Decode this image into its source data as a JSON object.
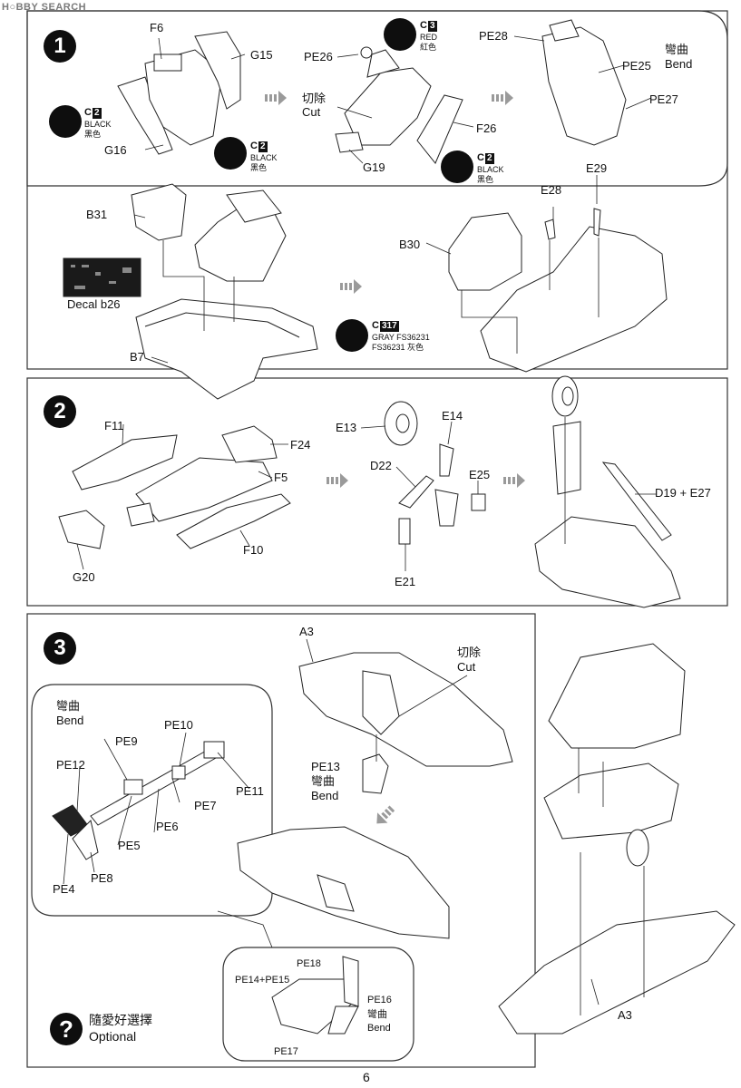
{
  "watermark": "H○BBY SEARCH",
  "page_number": "6",
  "colors": {
    "ink": "#111111",
    "arrow_gray": "#9a9a9a",
    "panel_line": "#333333"
  },
  "step1": {
    "number": "1",
    "labels": {
      "f6": "F6",
      "g15": "G15",
      "g16": "G16",
      "pe26": "PE26",
      "cut_cn": "切除",
      "cut_en": "Cut",
      "g19": "G19",
      "f26": "F26",
      "pe28": "PE28",
      "pe25": "PE25",
      "pe27": "PE27",
      "bend_cn": "彎曲",
      "bend_en": "Bend",
      "b31": "B31",
      "decal": "Decal b26",
      "b7": "B7",
      "b30": "B30",
      "e28": "E28",
      "e29": "E29"
    },
    "paints": [
      {
        "code": "C",
        "num": "2",
        "en": "BLACK",
        "cn": "黑色"
      },
      {
        "code": "C",
        "num": "2",
        "en": "BLACK",
        "cn": "黑色"
      },
      {
        "code": "C",
        "num": "3",
        "en": "RED",
        "cn": "紅色"
      },
      {
        "code": "C",
        "num": "2",
        "en": "BLACK",
        "cn": "黑色"
      },
      {
        "code": "C",
        "num": "317",
        "en": "GRAY FS36231",
        "cn": "FS36231 灰色"
      }
    ]
  },
  "step2": {
    "number": "2",
    "labels": {
      "f11": "F11",
      "f24": "F24",
      "f5": "F5",
      "f10": "F10",
      "g20": "G20",
      "e13": "E13",
      "e14": "E14",
      "d22": "D22",
      "e25": "E25",
      "e21": "E21",
      "d19_e27": "D19 + E27"
    }
  },
  "step3": {
    "number": "3",
    "labels": {
      "a3_top": "A3",
      "cut_cn": "切除",
      "cut_en": "Cut",
      "pe13": "PE13",
      "bend_cn": "彎曲",
      "bend_en": "Bend",
      "inset_bend_cn": "彎曲",
      "inset_bend_en": "Bend",
      "pe10": "PE10",
      "pe9": "PE9",
      "pe12": "PE12",
      "pe11": "PE11",
      "pe7": "PE7",
      "pe6": "PE6",
      "pe5": "PE5",
      "pe8": "PE8",
      "pe4": "PE4",
      "pe18": "PE18",
      "pe14_15": "PE14+PE15",
      "pe16": "PE16",
      "pe16_bend_cn": "彎曲",
      "pe16_bend_en": "Bend",
      "pe17": "PE17",
      "a3_bottom": "A3"
    },
    "optional": {
      "cn": "隨愛好選擇",
      "en": "Optional",
      "icon": "question-icon"
    }
  }
}
